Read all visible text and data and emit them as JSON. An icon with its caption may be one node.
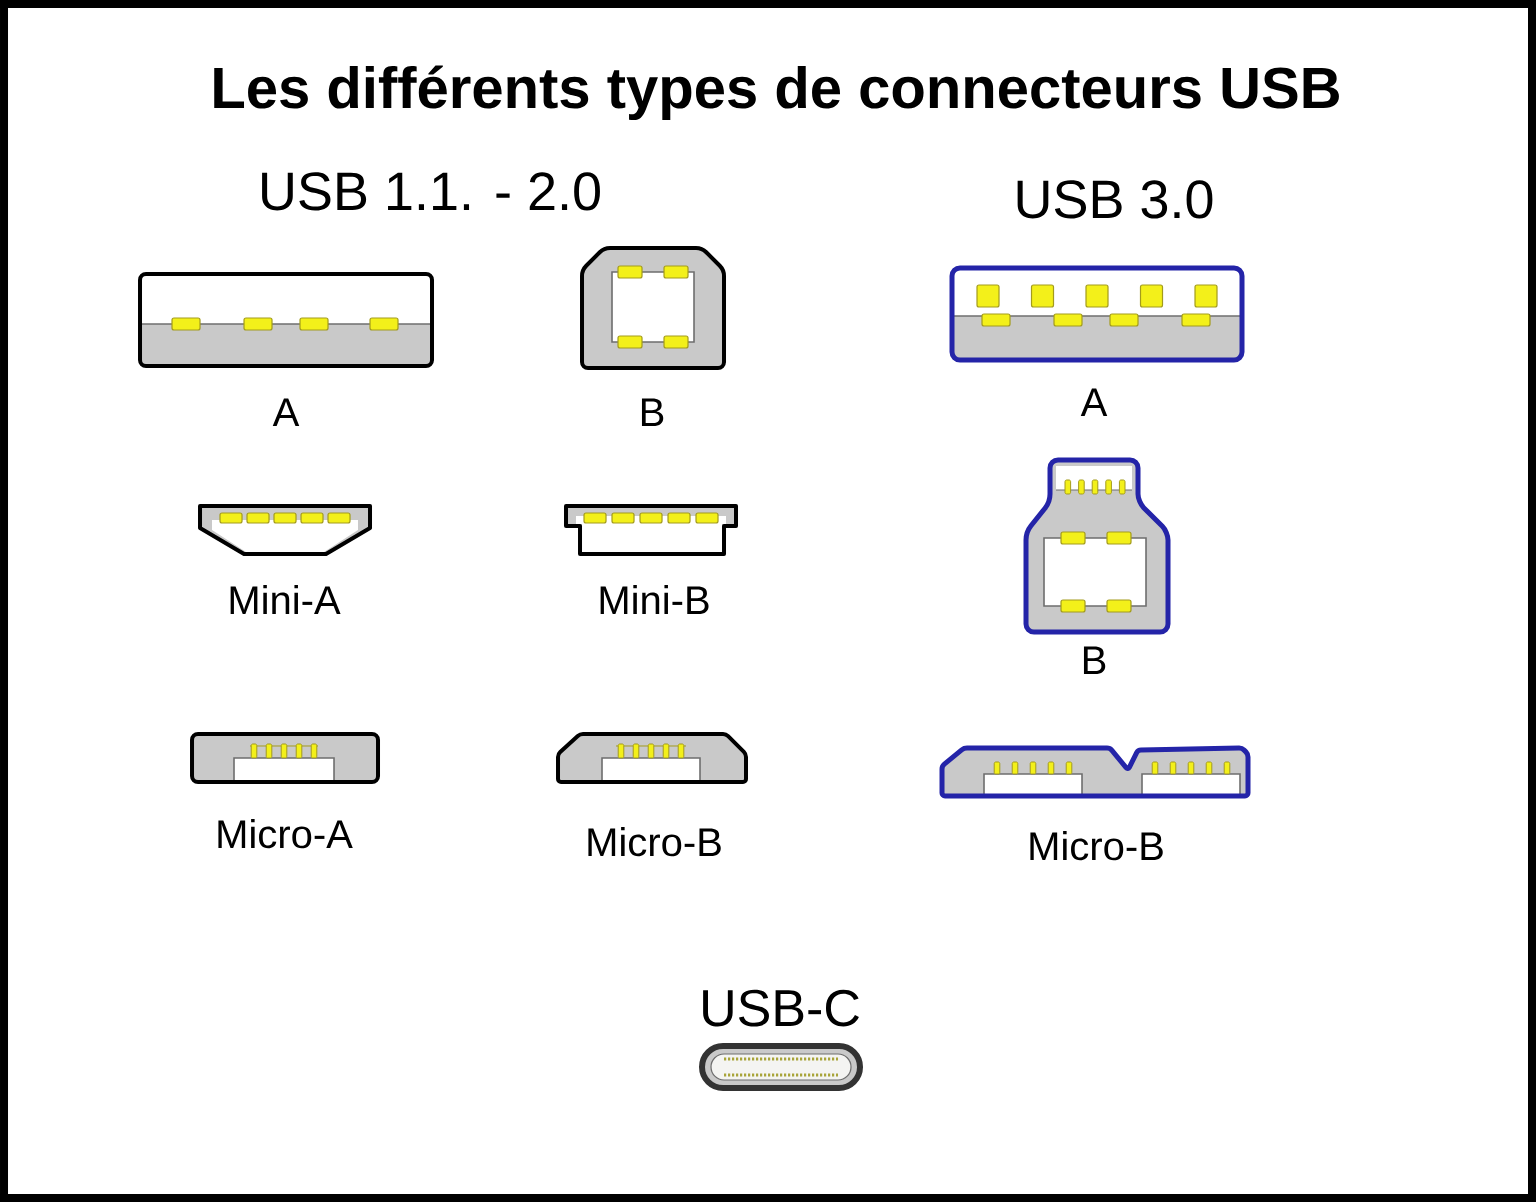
{
  "diagram": {
    "title": "Les différents types de connecteurs USB",
    "labels": [
      "USB 1.1. - 2.0",
      "USB 3.0",
      "A",
      "B",
      "A",
      "Mini-A",
      "Mini-B",
      "B",
      "Micro-A",
      "Micro-B",
      "Micro-B",
      "USB-C"
    ]
  }
}
